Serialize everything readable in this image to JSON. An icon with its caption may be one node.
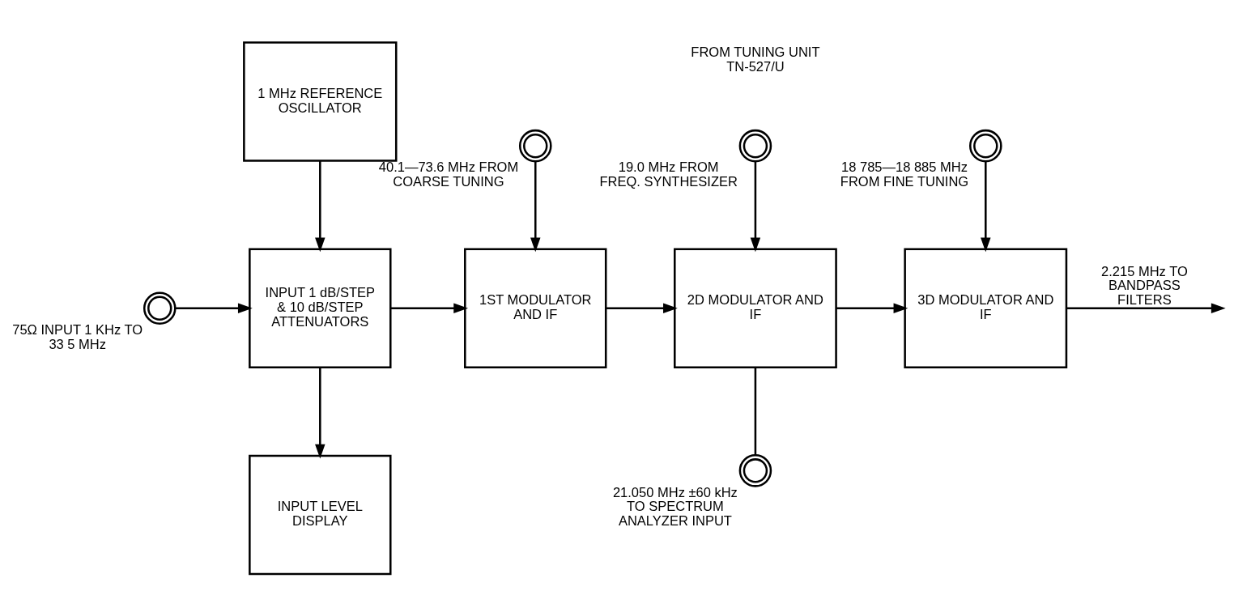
{
  "diagram": {
    "nodes": [
      {
        "text": [],
        "shape": "circle",
        "beside": [
          "75Ω INPUT 1 KHz TO 33 5 MHz"
        ]
      },
      {
        "text": [
          "INPUT 1 dB/STEP & 10 dB/STEP ATTENUATORS"
        ]
      },
      {
        "text": [
          "INPUT LEVEL DISPLAY"
        ]
      },
      {
        "text": [
          "1 MHz REFERENCE OSCILLATOR"
        ]
      },
      {
        "text": [
          "1ST MODULATOR AND IF"
        ]
      },
      {
        "text": [
          "2D MODULATOR AND IF"
        ]
      },
      {
        "text": [
          "3D MODULATOR AND IF"
        ]
      },
      {
        "text": [],
        "shape": "circle",
        "beside": [
          "21.050 MHz ±60 kHz TO SPECTRUM ANALYZER INPUT"
        ]
      },
      {
        "text": [],
        "shape": "circle",
        "beside": [
          "40.1—73.6 MHz FROM COARSE TUNING"
        ]
      },
      {
        "text": [],
        "shape": "circle",
        "beside": [
          "19.0 MHz FROM FREQ. SYNTHESIZER"
        ]
      },
      {
        "text": [],
        "shape": "circle",
        "beside": [
          "18 785—18 885 MHz FROM FINE TUNING"
        ]
      }
    ],
    "edges": [
      {
        "from": 0,
        "to": 1,
        "arrow": "to"
      },
      {
        "from": 1,
        "to": 2,
        "arrow": "to"
      },
      {
        "from": 3,
        "to": 1,
        "arrow": "to"
      },
      {
        "from": 1,
        "to": 4,
        "arrow": "to"
      },
      {
        "from": 4,
        "to": 5,
        "arrow": "to"
      },
      {
        "from": 5,
        "to": 6,
        "arrow": "to"
      },
      {
        "from": 5,
        "to": 7,
        "arrow": "none"
      },
      {
        "from": 8,
        "to": 4,
        "arrow": "to"
      },
      {
        "from": 9,
        "to": 5,
        "arrow": "to"
      },
      {
        "from": 10,
        "to": 6,
        "arrow": "to"
      },
      {
        "from": 6,
        "to": null,
        "arrow": "to",
        "label": "2.215 MHz TO BANDPASS FILTERS"
      }
    ],
    "labels": [
      "FROM TUNING UNIT TN-527/U"
    ]
  }
}
